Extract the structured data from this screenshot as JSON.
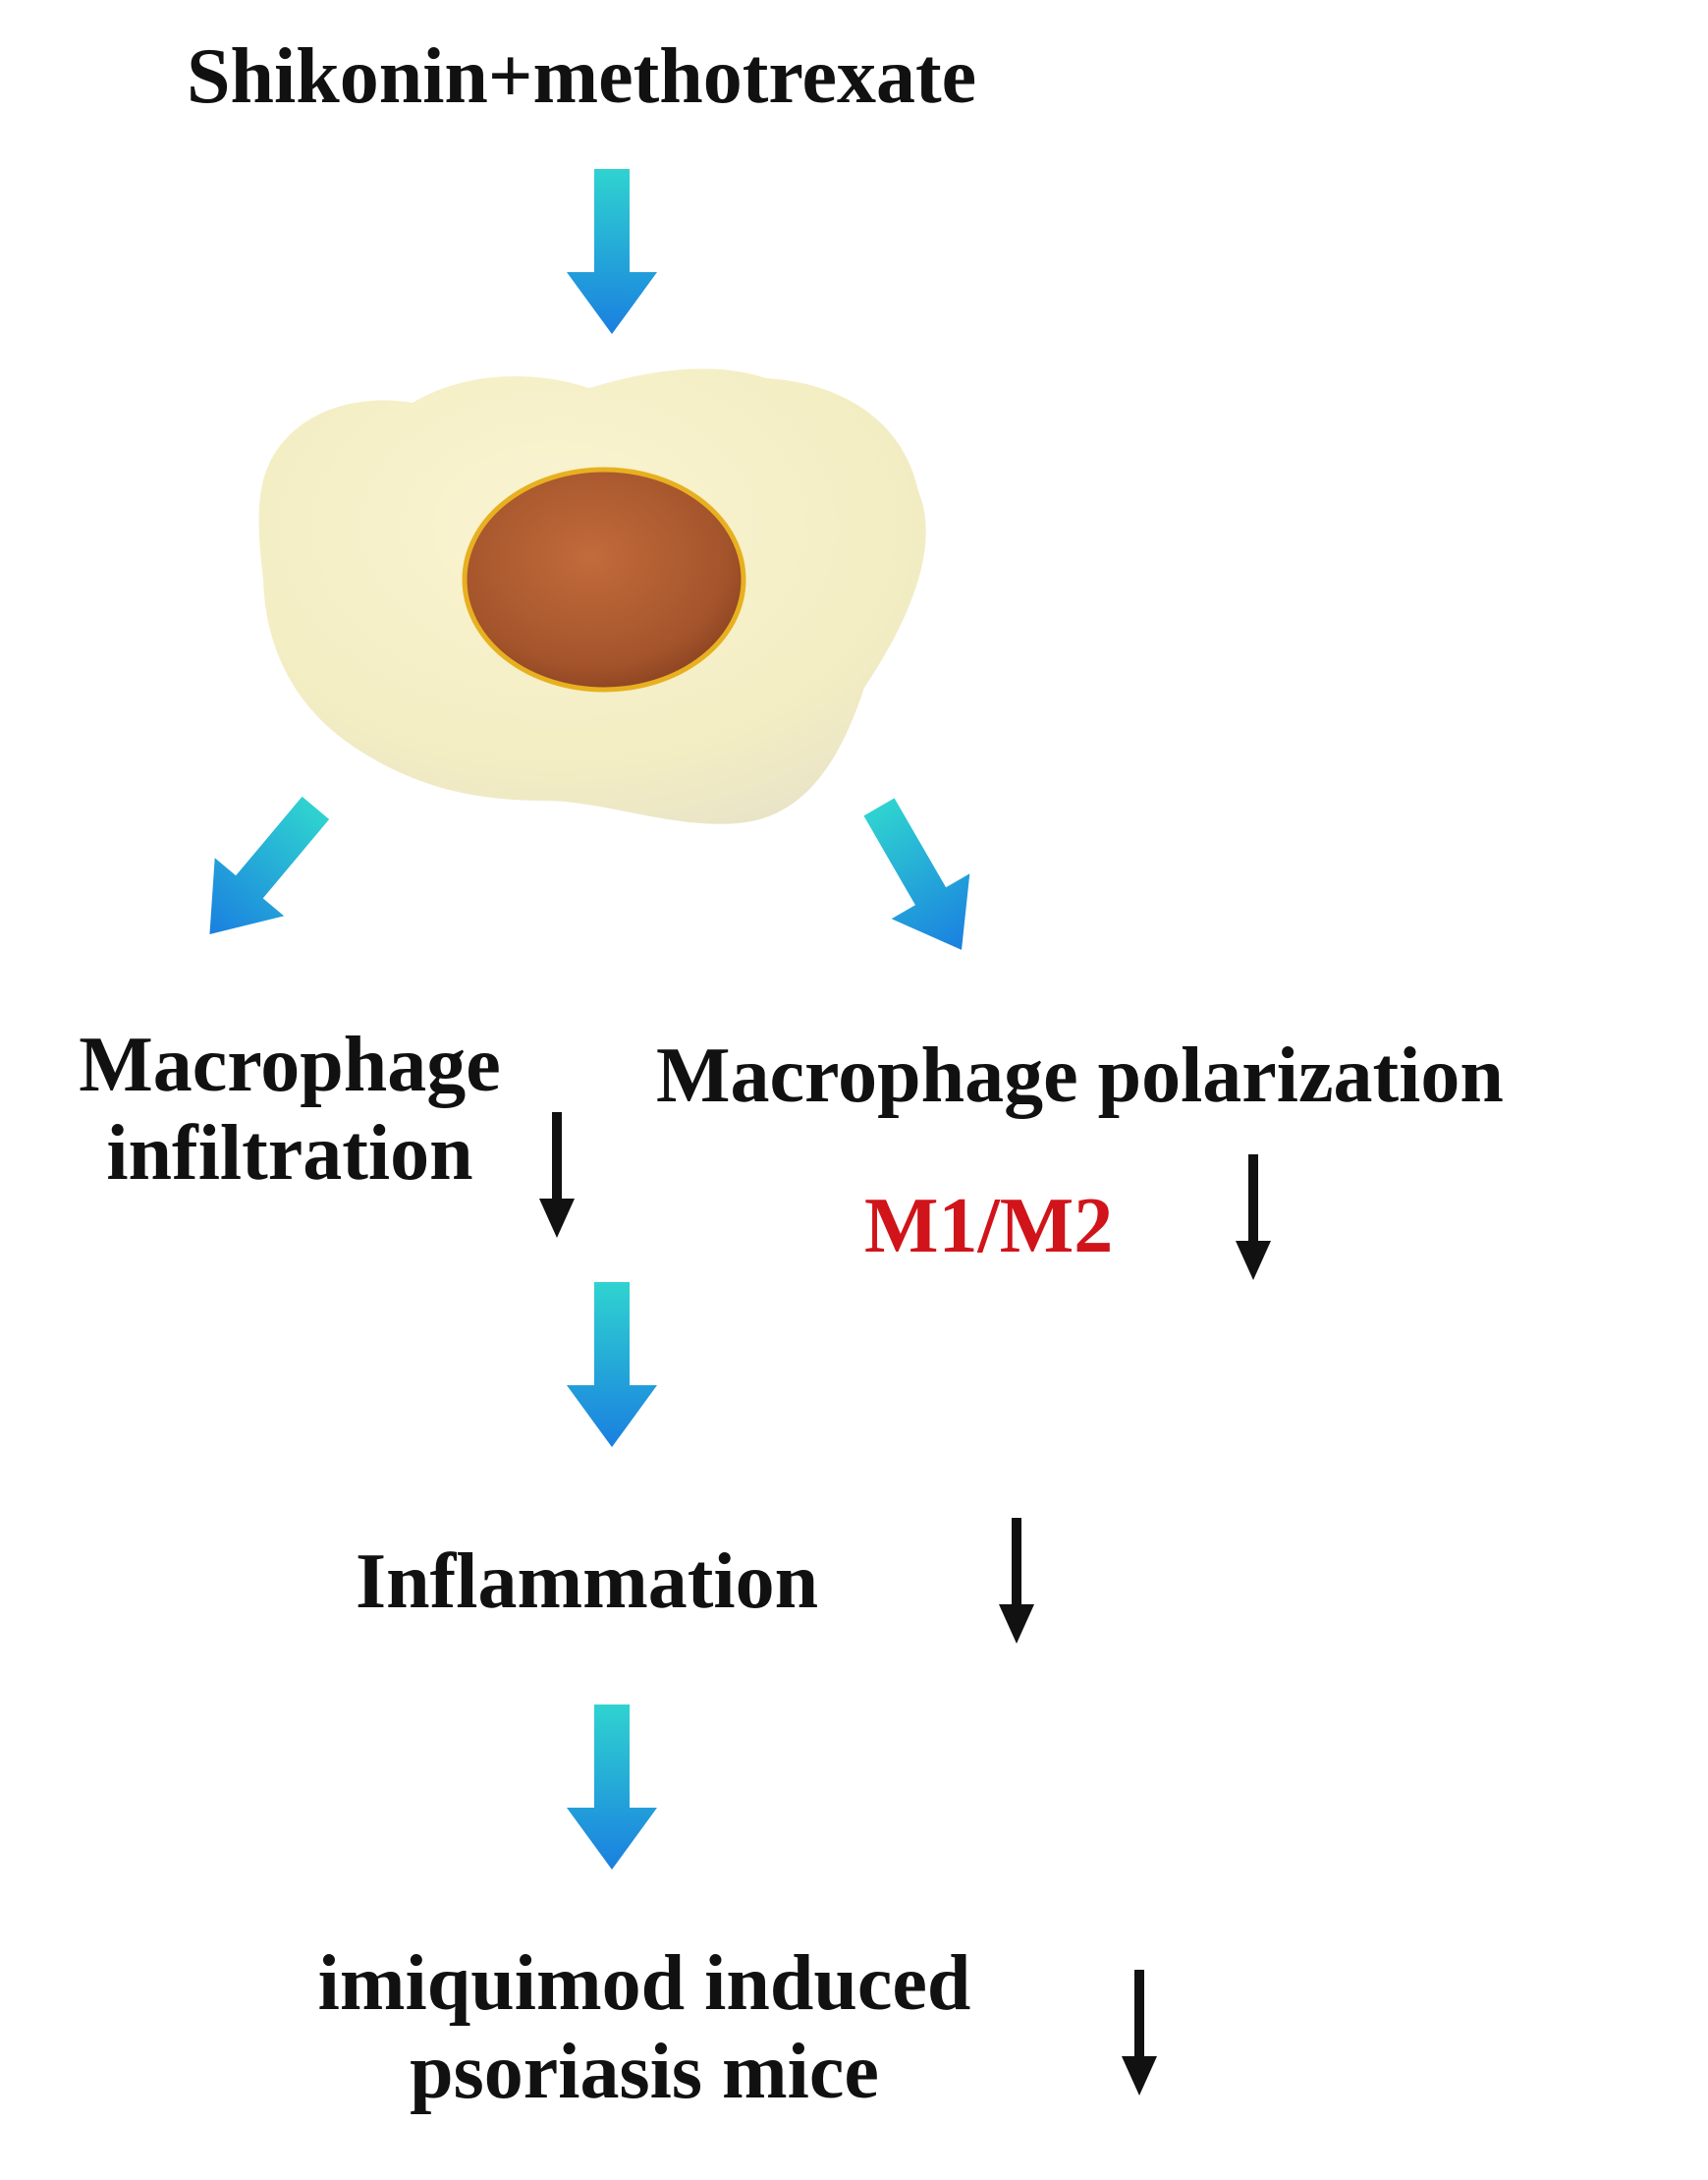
{
  "title": "Shikonin+methotrexate",
  "branches": {
    "left": {
      "label": "Macrophage\ninfiltration",
      "trend": "decrease"
    },
    "right": {
      "label": "Macrophage polarization",
      "ratio_label": "M1/M2",
      "trend": "decrease"
    }
  },
  "inflammation": {
    "label": "Inflammation",
    "trend": "decrease"
  },
  "outcome": {
    "label": "imiquimod induced\npsoriasis mice",
    "trend": "decrease"
  },
  "colors": {
    "flow_arrow_top": "#2fd3d0",
    "flow_arrow_bottom": "#1a7fe0",
    "decrease_arrow": "#111111",
    "ratio_text": "#d0141a",
    "cell_body": "#f3edc3",
    "nucleus": "#a4542b",
    "nucleus_outline": "#e8b020"
  },
  "icons": {
    "cell": "macrophage-cell-icon",
    "flow_arrow": "gradient-arrow-icon",
    "decrease_arrow": "down-arrow-icon"
  }
}
